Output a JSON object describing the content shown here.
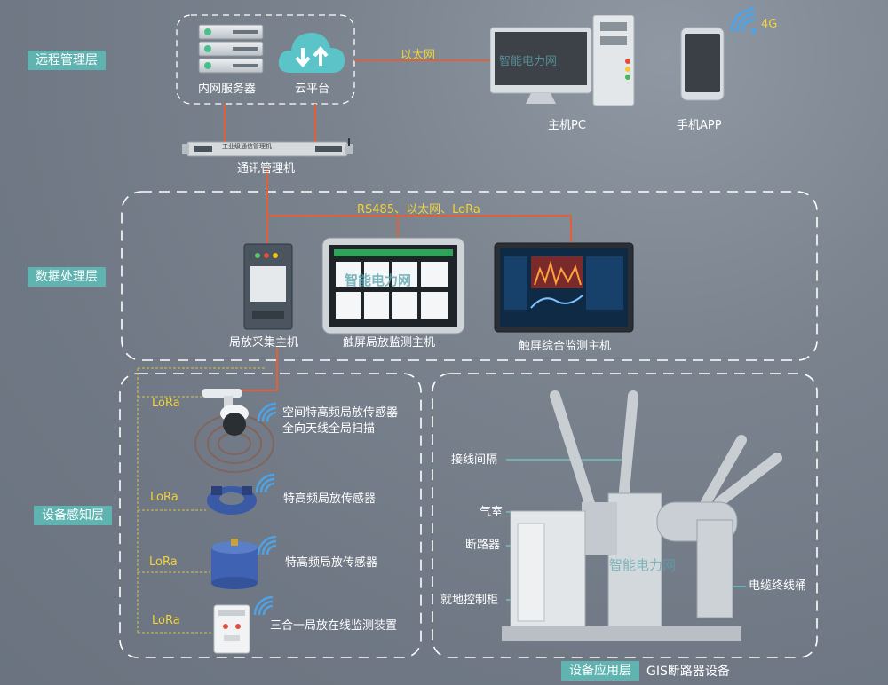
{
  "layers": {
    "remote": "远程管理层",
    "data": "数据处理层",
    "sensing": "设备感知层",
    "application": "设备应用层"
  },
  "remote": {
    "server_label": "内网服务器",
    "cloud_label": "云平台",
    "ethernet_label": "以太网",
    "pc_label": "主机PC",
    "app_label": "手机APP",
    "signal_label": "4G",
    "comm_label": "通讯管理机",
    "comm_device_text": "工业级通信管理机"
  },
  "data_layer": {
    "bus_label": "RS485、以太网、LoRa",
    "collector_label": "局放采集主机",
    "touch_pd_label": "触屏局放监测主机",
    "touch_all_label": "触屏综合监测主机"
  },
  "watermark": "智能电力网",
  "sensing": {
    "lora": [
      "LoRa",
      "LoRa",
      "LoRa",
      "LoRa"
    ],
    "sensor1_line1": "空间特高频局放传感器",
    "sensor1_line2": "全向天线全局扫描",
    "sensor2": "特高频局放传感器",
    "sensor3": "特高频局放传感器",
    "sensor4": "三合一局放在线监测装置"
  },
  "gis": {
    "title": "GIS断路器设备",
    "labels": [
      "接线间隔",
      "气室",
      "断路器",
      "就地控制柜",
      "电缆终线桶"
    ]
  },
  "colors": {
    "background": "#727c88",
    "layer_tag": "#5fb3b0",
    "link_red": "#e0603a",
    "lora_yellow": "#f2d23a",
    "dashed_border": "#ffffff"
  }
}
